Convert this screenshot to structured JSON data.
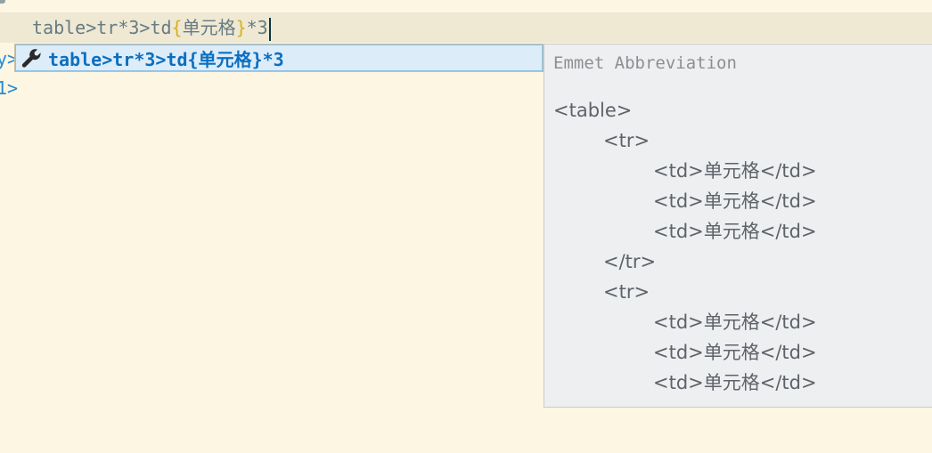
{
  "editor": {
    "line_prefix": "table>tr*3>td",
    "brace_open": "{",
    "line_text": "单元格",
    "brace_close": "}",
    "line_suffix": "*3",
    "gutter_fragment_1": "y>",
    "gutter_fragment_2": "1>"
  },
  "suggest": {
    "icon": "wrench-icon",
    "label": "table>tr*3>td{单元格}*3"
  },
  "details": {
    "title": "Emmet Abbreviation",
    "lines": [
      "<table>",
      "<tr>",
      "<td>单元格</td>",
      "<td>单元格</td>",
      "<td>单元格</td>",
      "</tr>",
      "<tr>",
      "<td>单元格</td>",
      "<td>单元格</td>",
      "<td>单元格</td>"
    ]
  },
  "colors": {
    "editor_bg": "#fdf6e3",
    "current_line_bg": "#efe8d3",
    "suggest_highlight": "#dcecf9",
    "suggest_text": "#0b6fc0",
    "brace": "#d6b21e",
    "details_bg": "#eeeff1"
  }
}
